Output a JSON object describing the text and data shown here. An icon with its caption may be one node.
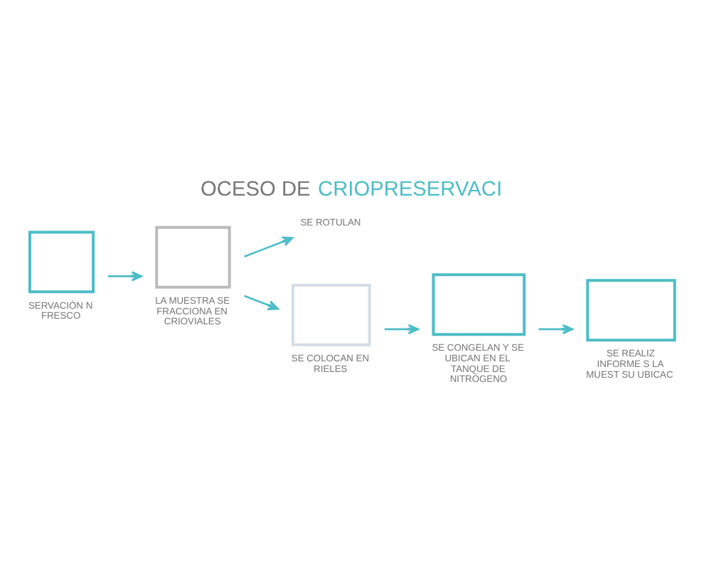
{
  "diagram": {
    "title": "OCESO DE CRIOPRESERVACI",
    "nodes": [
      {
        "text": [],
        "shape": "box",
        "beside": [
          "SERVACIÓN N FRESCO"
        ]
      },
      {
        "text": [],
        "shape": "box",
        "beside": [
          "LA MUESTRA SE FRACCIONA EN CRIOVIALES"
        ]
      },
      {
        "text": [
          "SE ROTULAN"
        ]
      },
      {
        "text": [],
        "shape": "box",
        "beside": [
          "SE COLOCAN EN RIELES"
        ]
      },
      {
        "text": [],
        "shape": "box",
        "beside": [
          "SE CONGELAN Y SE UBICAN EN EL TANQUE DE NITRÓGENO"
        ]
      },
      {
        "text": [],
        "shape": "box",
        "beside": [
          "SE REALIZ INFORME S LA MUEST SU UBICAC"
        ]
      }
    ],
    "edges": [
      {
        "from": 0,
        "to": 1,
        "arrow": "to"
      },
      {
        "from": 1,
        "to": 2,
        "arrow": "to"
      },
      {
        "from": 1,
        "to": 3,
        "arrow": "to"
      },
      {
        "from": 3,
        "to": 4,
        "arrow": "to"
      },
      {
        "from": 4,
        "to": 5,
        "arrow": "to"
      }
    ]
  }
}
